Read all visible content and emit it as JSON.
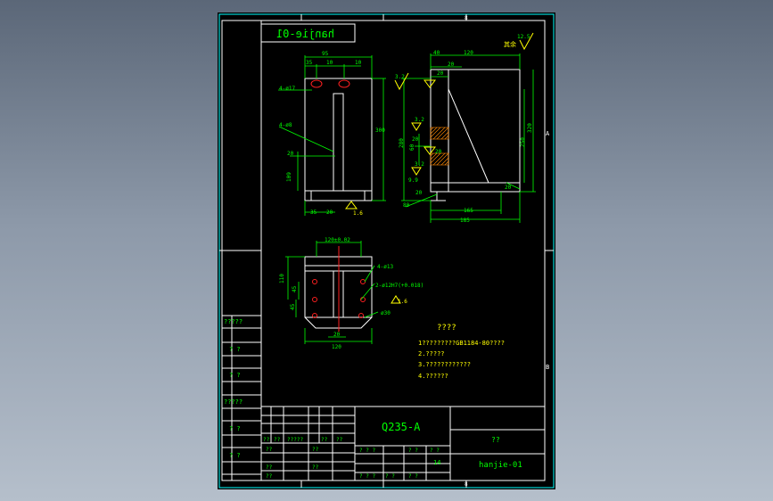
{
  "colors": {
    "background": "#000000",
    "frame": "#00ffff",
    "border": "#ffffff",
    "dimension": "#00ff00",
    "text": "#00ff00",
    "titleblock_text": "#00ff00",
    "annotation": "#ffff00",
    "centerline": "#ff2020",
    "marker": "#ff2020"
  },
  "title_tag": "hanjie-01",
  "zone_letters": {
    "top": "8",
    "right_upper": "A",
    "right_lower": "B",
    "bottom": "8"
  },
  "roughness": {
    "mark": "12.5",
    "label": "其余"
  },
  "front_view": {
    "dims": {
      "overall_width": "95",
      "left_gap": "35",
      "middle": "10",
      "right": "10",
      "height": "300",
      "hole_label_top": "4-ø17",
      "hole_label_mid": "4-ø8",
      "offset_20": "20",
      "height_109": "109",
      "bottom_35": "35",
      "bottom_20": "20",
      "datum": "1.6"
    }
  },
  "side_view": {
    "dims": {
      "top_40": "40",
      "top_120": "120",
      "top_20": "20",
      "top_20b": "20",
      "height_280": "280",
      "height_250": "250",
      "height_320": "320",
      "rough_32": "3.2",
      "rough_32b": "3.2",
      "rough_32c": "3.2",
      "dim_60": "60",
      "dim_20": "20",
      "dim_20b": "20",
      "dim_20c": "20",
      "dim_20d": "20",
      "dim_99": "9.9",
      "dim_80": "80",
      "width_165": "165",
      "width_185": "185"
    }
  },
  "bottom_view": {
    "dims": {
      "top": "120±0.02",
      "height_110": "110",
      "height_45a": "45",
      "height_45b": "45",
      "hole_label": "4-ø13",
      "pin_label": "2-ø12H7(+0.018)",
      "rough": "1.6",
      "datum": "ø30",
      "bottom_20": "20",
      "bottom_120": "120"
    }
  },
  "notes": {
    "heading": "????",
    "items": [
      "1?????????GB1184-80????",
      "2.?????",
      "3.????????????",
      "4.??????"
    ]
  },
  "side_labels": [
    "?????",
    "? ?",
    "? ?",
    "?????",
    "? ?",
    "? ?"
  ],
  "title_block": {
    "material": "Q235-A",
    "name": "??",
    "drawing_no": "hanjie-01",
    "scale": "14",
    "row_small_a": [
      "??",
      "??",
      "?????",
      "??",
      "??"
    ],
    "row_small_b": [
      "??",
      "??"
    ],
    "row_small_c": [
      "??",
      "??",
      "??"
    ],
    "row_small_d": [
      "? ? ?",
      "? ?",
      "? ?"
    ],
    "row_small_e": [
      "? ? ?",
      "? ?",
      "? ?"
    ]
  }
}
